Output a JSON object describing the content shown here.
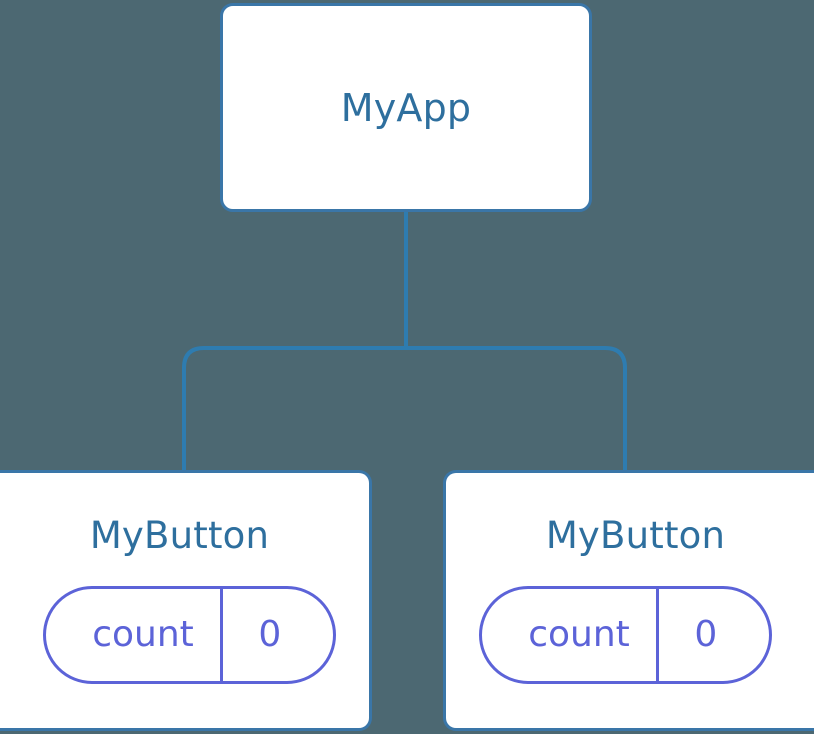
{
  "diagram": {
    "kind": "component-tree",
    "background_color": "#4c6872",
    "node_border_color": "#3a76a8",
    "node_fill_color": "#ffffff",
    "node_label_color": "#2e6f9e",
    "state_pill_color": "#5c63d8",
    "connector_color": "#2e7cb0"
  },
  "root": {
    "label": "MyApp"
  },
  "children": [
    {
      "label": "MyButton",
      "state": {
        "key": "count",
        "value": "0"
      }
    },
    {
      "label": "MyButton",
      "state": {
        "key": "count",
        "value": "0"
      }
    }
  ],
  "connectors": {
    "trunk_label": "root-to-bus",
    "branch_left_label": "bus-to-child-left",
    "branch_right_label": "bus-to-child-right"
  }
}
